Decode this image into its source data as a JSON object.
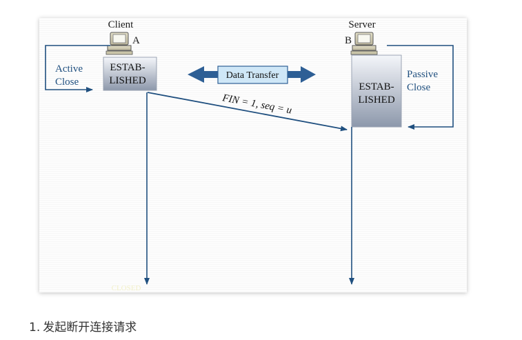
{
  "diagram": {
    "client_label": "Client",
    "server_label": "Server",
    "client_letter": "A",
    "server_letter": "B",
    "client_state_line1": "ESTAB-",
    "client_state_line2": "LISHED",
    "server_state_line1": "ESTAB-",
    "server_state_line2": "LISHED",
    "active_close_line1": "Active",
    "active_close_line2": "Close",
    "passive_close_line1": "Passive",
    "passive_close_line2": "Close",
    "data_transfer": "Data Transfer",
    "fin_message": "FIN = 1, seq = u",
    "hidden_bottom_label": "CLOSED",
    "colors": {
      "line": "#1f4f7f",
      "arrow_fill": "#2e5f95",
      "state_box_top": "#f4f6fa",
      "state_box_bottom": "#8d98ab",
      "data_box": "#cfe7f7"
    }
  },
  "caption": {
    "number": "1.",
    "text": "发起断开连接请求"
  }
}
